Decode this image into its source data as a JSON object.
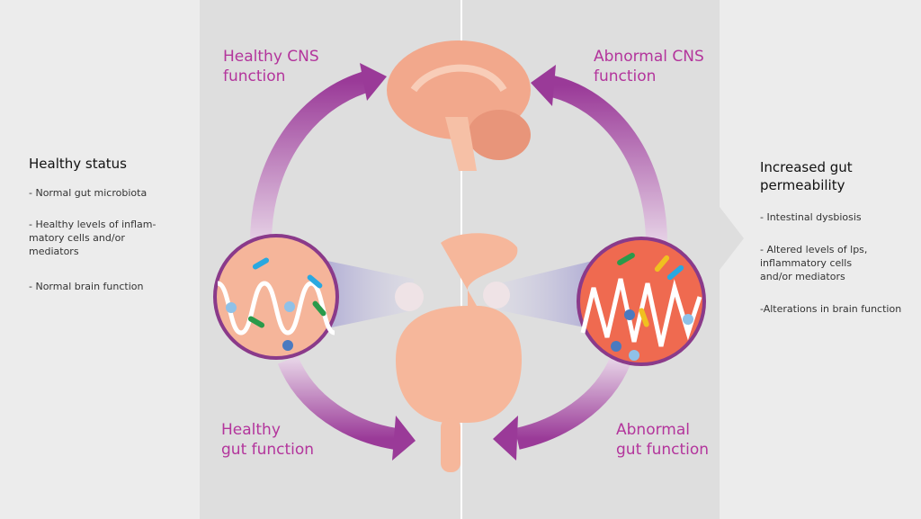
{
  "left_panel": {
    "title": "Healthy status",
    "items": [
      "- Normal gut microbiota",
      "- Healthy levels of inflam-\nmatory cells and/or\nmediators",
      "- Normal brain function"
    ]
  },
  "right_panel": {
    "title": "Increased gut\npermeability",
    "items": [
      "- Intestinal dysbiosis",
      "- Altered levels of lps,\ninflammatory cells\nand/or mediators",
      "-Alterations in brain function"
    ]
  },
  "labels": {
    "healthy_cns": "Healthy CNS\nfunction",
    "abnormal_cns": "Abnormal CNS\nfunction",
    "healthy_gut": "Healthy\ngut function",
    "abnormal_gut": "Abnormal\ngut function"
  },
  "colors": {
    "label": "#b3359c",
    "arrow": "#9a3a98",
    "brain": "#f2a88c",
    "gut": "#f6b79b"
  }
}
